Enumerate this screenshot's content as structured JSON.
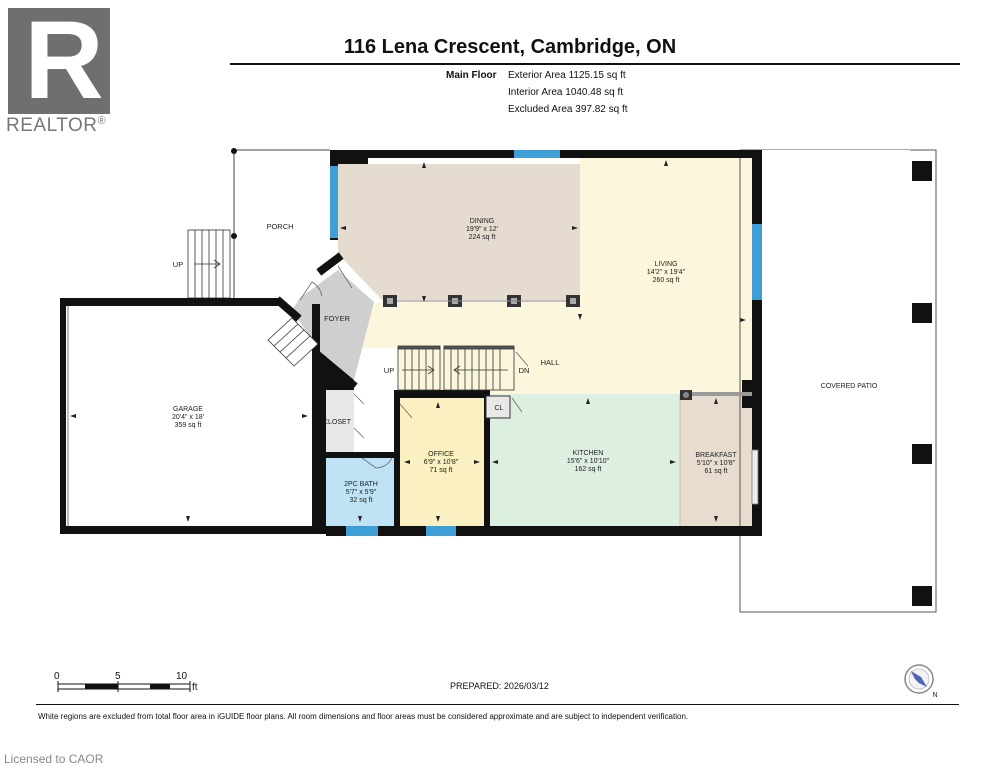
{
  "brand": {
    "logo_letter": "R",
    "name": "REALTOR",
    "registered_mark": "®"
  },
  "header": {
    "title": "116 Lena Crescent, Cambridge, ON",
    "floor": "Main Floor",
    "areas": [
      "Exterior Area 1125.15 sq ft",
      "Interior Area 1040.48 sq ft",
      "Excluded Area 397.82 sq ft"
    ]
  },
  "rooms": {
    "dining": {
      "name": "DINING",
      "dims": "19'9\" x 12'",
      "area": "224 sq ft"
    },
    "living": {
      "name": "LIVING",
      "dims": "14'2\" x 19'4\"",
      "area": "260 sq ft"
    },
    "garage": {
      "name": "GARAGE",
      "dims": "20'4\" x 18'",
      "area": "359 sq ft"
    },
    "office": {
      "name": "OFFICE",
      "dims": "6'9\" x 10'8\"",
      "area": "71 sq ft"
    },
    "kitchen": {
      "name": "KITCHEN",
      "dims": "15'6\" x 10'10\"",
      "area": "162 sq ft"
    },
    "breakfast": {
      "name": "BREAKFAST",
      "dims": "5'10\" x 10'8\"",
      "area": "61 sq ft"
    },
    "bath": {
      "name": "2PC BATH",
      "dims": "5'7\" x 5'9\"",
      "area": "32 sq ft"
    }
  },
  "labels": {
    "porch": "PORCH",
    "foyer": "FOYER",
    "hall": "HALL",
    "closet": "CLOSET",
    "cl": "CL",
    "covered_patio": "COVERED PATIO",
    "stairs_up_outside": "UP",
    "stairs_up": "UP",
    "stairs_down": "DN"
  },
  "scale": {
    "marks": [
      "0",
      "5",
      "10"
    ],
    "unit": "ft"
  },
  "compass": {
    "direction": "N"
  },
  "footer": {
    "prepared": "PREPARED: 2026/03/12",
    "disclaimer": "White regions are excluded from total floor area in iGUIDE floor plans. All room dimensions and floor areas must be considered approximate and are subject to independent verification.",
    "license": "Licensed to CAOR"
  },
  "colors": {
    "dining": "#e5dccf",
    "living": "#fbf6dc",
    "kitchen": "#ddefe1",
    "breakfast": "#e7dccd",
    "office": "#fbf0c2",
    "bath": "#bfe3f5",
    "foyer": "#cfcfcf",
    "window": "#3d9fd5",
    "wall": "#111111"
  }
}
